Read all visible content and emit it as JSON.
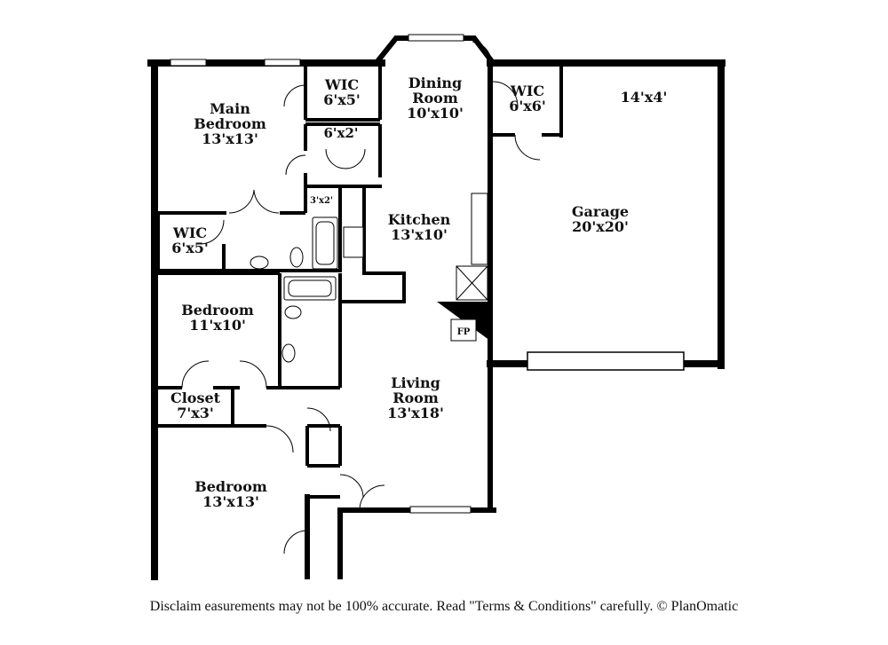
{
  "rooms": {
    "main_bedroom": {
      "name": "Main\nBedroom",
      "dims": "13'x13'"
    },
    "wic_main": {
      "name": "WIC",
      "dims": "6'x5'"
    },
    "closet_6x2": {
      "dims": "6'x2'"
    },
    "closet_3x2": {
      "dims": "3'x2'"
    },
    "dining_room": {
      "name": "Dining\nRoom",
      "dims": "10'x10'"
    },
    "wic_garage": {
      "name": "WIC",
      "dims": "6'x6'"
    },
    "storage_14x4": {
      "dims": "14'x4'"
    },
    "kitchen": {
      "name": "Kitchen",
      "dims": "13'x10'"
    },
    "garage": {
      "name": "Garage",
      "dims": "20'x20'"
    },
    "wic_left": {
      "name": "WIC",
      "dims": "6'x5'"
    },
    "bedroom_1": {
      "name": "Bedroom",
      "dims": "11'x10'"
    },
    "fireplace": {
      "name": "FP"
    },
    "living_room": {
      "name": "Living\nRoom",
      "dims": "13'x18'"
    },
    "closet_7x3": {
      "name": "Closet",
      "dims": "7'x3'"
    },
    "bedroom_2": {
      "name": "Bedroom",
      "dims": "13'x13'"
    }
  },
  "disclaimer": "Disclaim      easurements may not be 100% accurate. Read \"Terms & Conditions\" carefully. © PlanOmatic"
}
